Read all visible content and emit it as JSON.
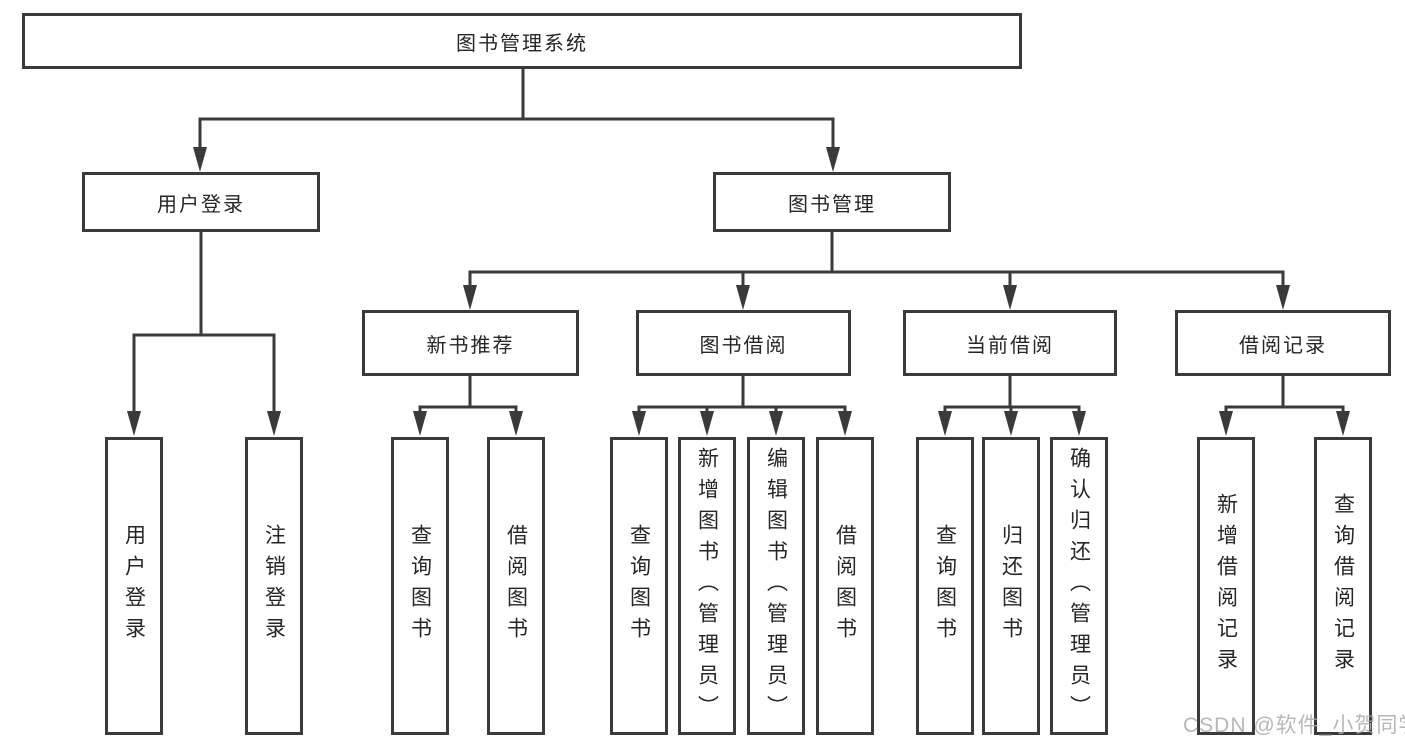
{
  "colors": {
    "line": "#3a3a3a",
    "box_border": "#3a3a3a",
    "box_fill": "#ffffff",
    "text": "#262626",
    "watermark": "#acacac",
    "background": "#ffffff"
  },
  "tree": {
    "root": {
      "label": "图书管理系统"
    },
    "level2": [
      {
        "label": "用户登录",
        "children": [
          {
            "label": "用户登录"
          },
          {
            "label": "注销登录"
          }
        ]
      },
      {
        "label": "图书管理",
        "children": [
          {
            "label": "新书推荐",
            "children": [
              {
                "label": "查询图书"
              },
              {
                "label": "借阅图书"
              }
            ]
          },
          {
            "label": "图书借阅",
            "children": [
              {
                "label": "查询图书"
              },
              {
                "label": "新增图书（管理员）"
              },
              {
                "label": "编辑图书（管理员）"
              },
              {
                "label": "借阅图书"
              }
            ]
          },
          {
            "label": "当前借阅",
            "children": [
              {
                "label": "查询图书"
              },
              {
                "label": "归还图书"
              },
              {
                "label": "确认归还（管理员）"
              }
            ]
          },
          {
            "label": "借阅记录",
            "children": [
              {
                "label": "新增借阅记录"
              },
              {
                "label": "查询借阅记录"
              }
            ]
          }
        ]
      }
    ]
  },
  "watermark": {
    "text": "CSDN @软件_小贺同学"
  }
}
